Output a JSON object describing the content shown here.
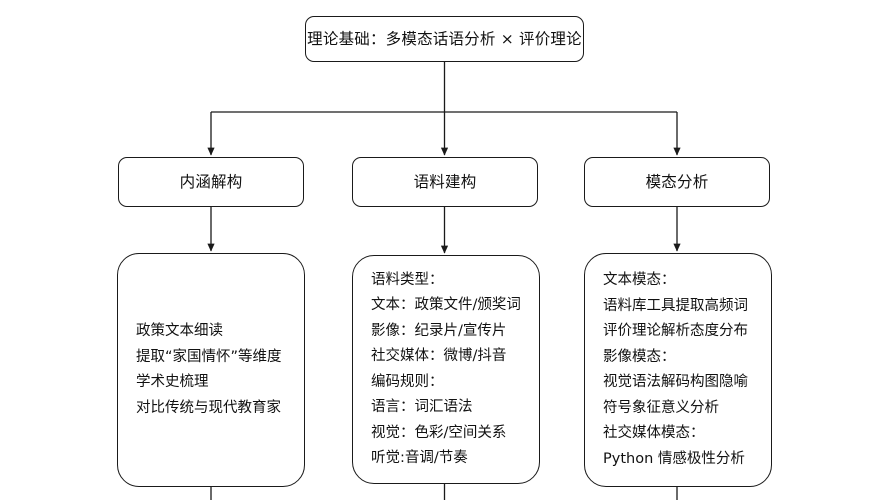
{
  "diagram": {
    "title_node": {
      "id": "root",
      "label": "理论基础：多模态话语分析 × 评价理论"
    },
    "branches": [
      {
        "id": "branch-1",
        "label": "内涵解构"
      },
      {
        "id": "branch-2",
        "label": "语料建构"
      },
      {
        "id": "branch-3",
        "label": "模态分析"
      }
    ],
    "details": [
      {
        "id": "detail-1",
        "lines": [
          "政策文本细读",
          "提取“家国情怀”等维度",
          "学术史梳理",
          "对比传统与现代教育家"
        ]
      },
      {
        "id": "detail-2",
        "lines": [
          "语料类型：",
          "文本：政策文件/颁奖词",
          "影像：纪录片/宣传片",
          "社交媒体：微博/抖音",
          "编码规则：",
          "语言：词汇语法",
          "视觉：色彩/空间关系",
          "听觉:音调/节奏"
        ]
      },
      {
        "id": "detail-3",
        "lines": [
          "文本模态：",
          "语料库工具提取高频词",
          "评价理论解析态度分布",
          "影像模态：",
          "视觉语法解码构图隐喻",
          "符号象征意义分析",
          "社交媒体模态：",
          "Python 情感极性分析"
        ]
      }
    ],
    "colors": {
      "stroke": "#1a1a1a",
      "text": "#111111",
      "background": "#ffffff"
    }
  }
}
